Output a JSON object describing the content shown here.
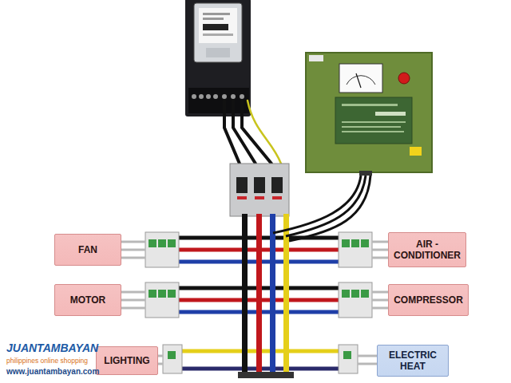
{
  "diagram": {
    "nodes": [
      {
        "text": [
          "FAN"
        ]
      },
      {
        "text": [
          "AIR - CONDITIONER"
        ]
      },
      {
        "text": [
          "MOTOR"
        ]
      },
      {
        "text": [
          "COMPRESSOR"
        ]
      },
      {
        "text": [
          "LIGHTING"
        ]
      },
      {
        "text": [
          "ELECTRIC HEAT"
        ]
      }
    ],
    "labels": [
      "JUANTAMBAYAN",
      "philippines online shopping",
      "www.juantambayan.com"
    ]
  }
}
